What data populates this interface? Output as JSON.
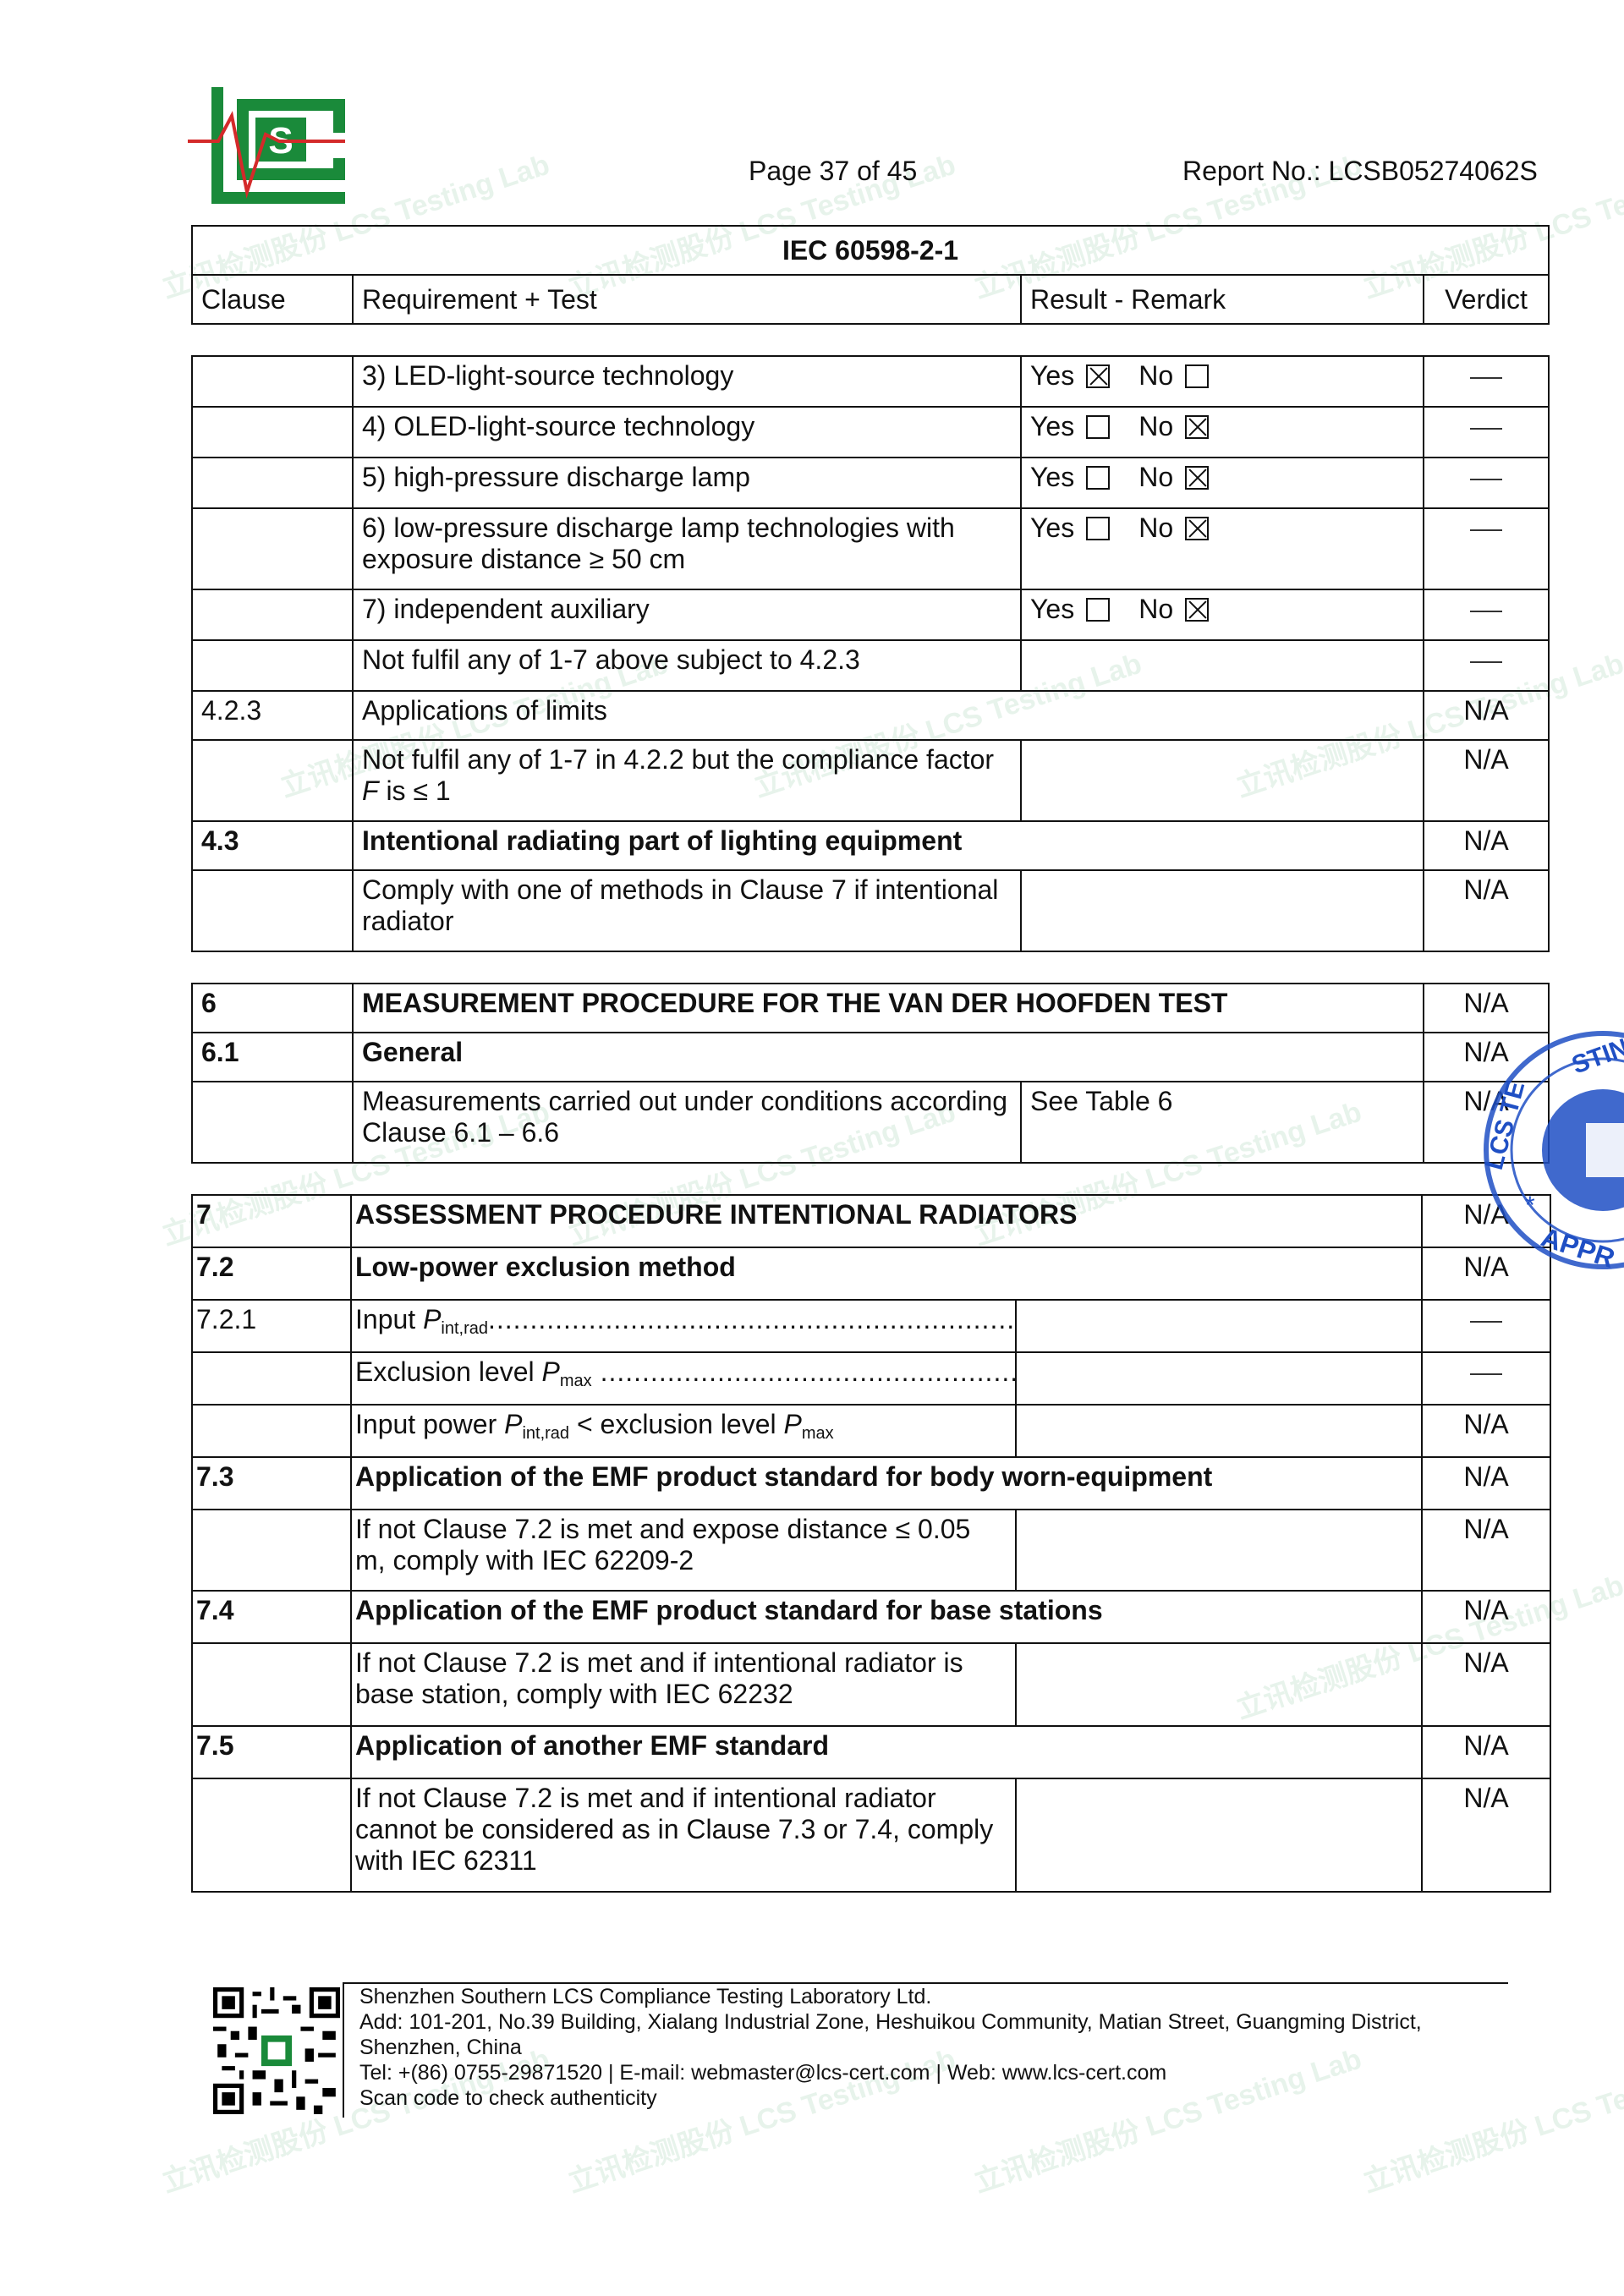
{
  "header": {
    "logo_text": "LCS",
    "page": "Page 37 of 45",
    "report_no": "Report No.: LCSB05274062S"
  },
  "table_header": {
    "standard": "IEC 60598-2-1",
    "col_clause": "Clause",
    "col_requirement": "Requirement + Test",
    "col_result": "Result - Remark",
    "col_verdict": "Verdict"
  },
  "checkbox_labels": {
    "yes": "Yes",
    "no": "No"
  },
  "section1": [
    {
      "clause": "",
      "req": "3) LED-light-source technology",
      "yes": true,
      "no": false,
      "verdict": "dash"
    },
    {
      "clause": "",
      "req": "4) OLED-light-source technology",
      "yes": false,
      "no": true,
      "verdict": "dash"
    },
    {
      "clause": "",
      "req": "5) high-pressure discharge lamp",
      "yes": false,
      "no": true,
      "verdict": "dash"
    },
    {
      "clause": "",
      "req": "6) low-pressure discharge lamp technologies with exposure distance ≥ 50 cm",
      "yes": false,
      "no": true,
      "verdict": "dash"
    },
    {
      "clause": "",
      "req": "7) independent auxiliary",
      "yes": false,
      "no": true,
      "verdict": "dash"
    },
    {
      "clause": "",
      "req": "Not fulfil any of 1-7 above subject to 4.2.3",
      "verdict": "dash"
    },
    {
      "clause": "4.2.3",
      "req": "Applications of limits",
      "verdict": "N/A"
    },
    {
      "clause": "",
      "req_a": "Not fulfil any of 1-7 in 4.2.2 but the compliance factor ",
      "req_f": "F",
      "req_b": " is ≤ 1",
      "verdict": "N/A"
    },
    {
      "clause": "4.3",
      "req": "Intentional radiating part of lighting equipment",
      "verdict": "N/A"
    },
    {
      "clause": "",
      "req": "Comply with one of methods in Clause 7 if intentional radiator",
      "verdict": "N/A"
    }
  ],
  "section2": [
    {
      "clause": "6",
      "req": "MEASUREMENT PROCEDURE FOR THE VAN DER HOOFDEN TEST",
      "verdict": "N/A"
    },
    {
      "clause": "6.1",
      "req": "General",
      "verdict": "N/A"
    },
    {
      "clause": "",
      "req": "Measurements carried out under conditions according Clause 6.1 – 6.6",
      "result": "See Table 6",
      "verdict": "N/A"
    }
  ],
  "section3": [
    {
      "clause": "7",
      "req": "ASSESSMENT PROCEDURE INTENTIONAL RADIATORS",
      "verdict": "N/A"
    },
    {
      "clause": "7.2",
      "req": "Low-power exclusion method",
      "verdict": "N/A"
    },
    {
      "clause": "7.2.1",
      "req_a": "Input ",
      "sym": "P",
      "sub": "int,rad",
      "dots": "...............................................................................:",
      "verdict": "dash"
    },
    {
      "clause": "",
      "req_a": "Exclusion level ",
      "sym": "P",
      "sub": "max",
      "dots": " ...........................................................:",
      "verdict": "dash"
    },
    {
      "clause": "",
      "req_a": "Input power ",
      "sym": "P",
      "sub": "int,rad",
      "req_b": " < exclusion level ",
      "sym2": "P",
      "sub2": "max",
      "verdict": "N/A"
    },
    {
      "clause": "7.3",
      "req": "Application of the EMF product standard for body worn-equipment",
      "verdict": "N/A"
    },
    {
      "clause": "",
      "req": "If not Clause 7.2 is met and expose distance ≤ 0.05 m, comply with IEC 62209-2",
      "verdict": "N/A"
    },
    {
      "clause": "7.4",
      "req": "Application of the EMF product standard for base stations",
      "verdict": "N/A"
    },
    {
      "clause": "",
      "req": "If not Clause 7.2 is met and if intentional radiator is base station, comply with IEC 62232",
      "verdict": "N/A"
    },
    {
      "clause": "7.5",
      "req": "Application of another EMF standard",
      "verdict": "N/A"
    },
    {
      "clause": "",
      "req": "If not Clause 7.2 is met and if intentional radiator cannot be considered as in Clause 7.3 or 7.4, comply with IEC 62311",
      "verdict": "N/A"
    }
  ],
  "footer": {
    "company": "Shenzhen Southern LCS Compliance Testing Laboratory Ltd.",
    "address1": "Add: 101-201, No.39 Building, Xialang Industrial Zone, Heshuikou Community, Matian Street, Guangming District,",
    "address2": "Shenzhen, China",
    "contact": "Tel: +(86) 0755-29871520 | E-mail: webmaster@lcs-cert.com | Web: www.lcs-cert.com",
    "scan": "Scan code to check authenticity"
  },
  "watermark": "立讯检测股份 LCS Testing Lab",
  "stamp_text": "LCS TESTING APPROVED",
  "colors": {
    "brand_green": "#1a8a3a",
    "brand_red": "#d42a2a",
    "stamp_blue": "#1f4fc4"
  }
}
